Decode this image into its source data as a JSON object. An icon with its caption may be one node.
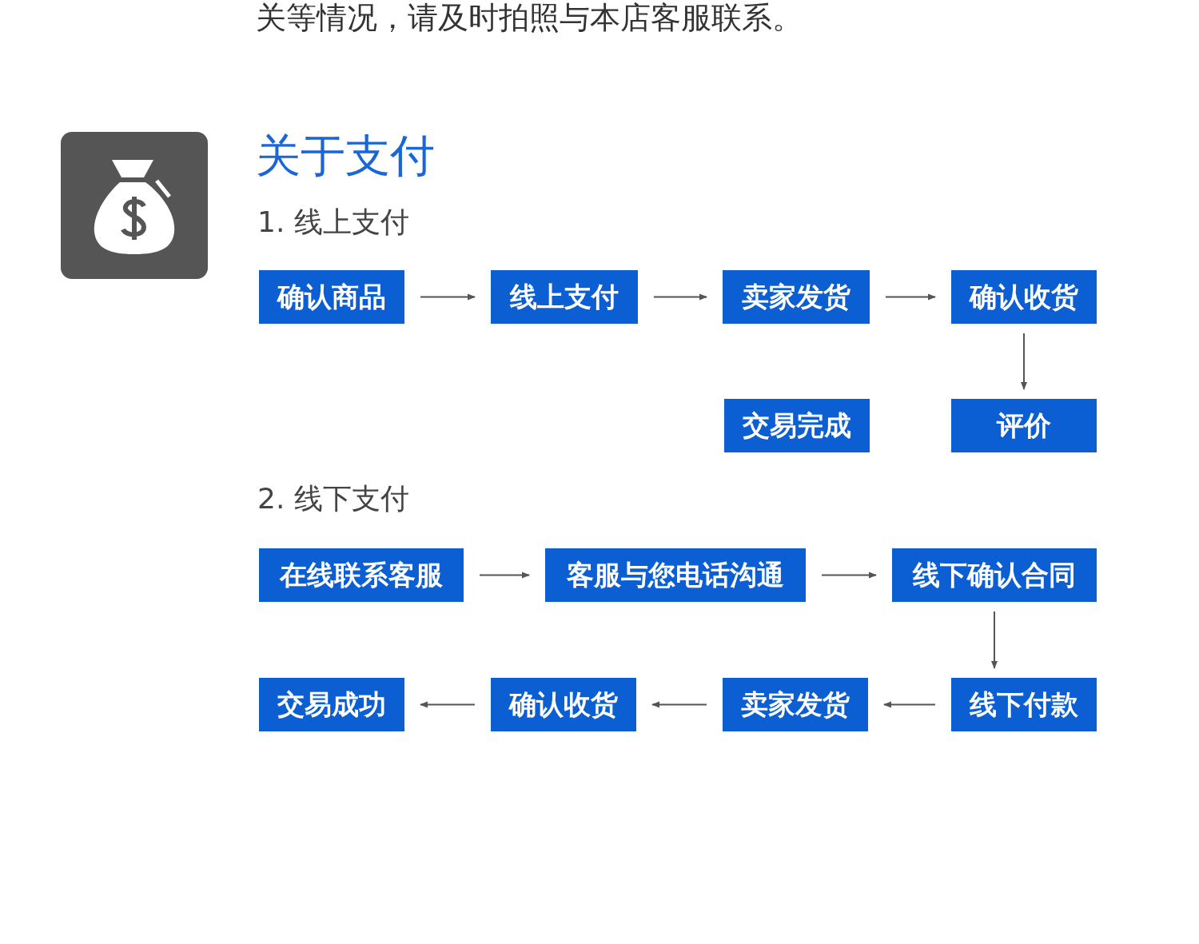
{
  "diagram": {
    "title": "关于支付",
    "nodes": [
      {
        "text": [
          "确认商品"
        ]
      },
      {
        "text": [
          "线上支付"
        ]
      },
      {
        "text": [
          "卖家发货"
        ]
      },
      {
        "text": [
          "确认收货"
        ]
      },
      {
        "text": [
          "交易完成"
        ]
      },
      {
        "text": [
          "评价"
        ]
      },
      {
        "text": [
          "在线联系客服"
        ]
      },
      {
        "text": [
          "客服与您电话沟通"
        ]
      },
      {
        "text": [
          "线下确认合同"
        ]
      },
      {
        "text": [
          "交易成功"
        ]
      },
      {
        "text": [
          "确认收货"
        ]
      },
      {
        "text": [
          "卖家发货"
        ]
      },
      {
        "text": [
          "线下付款"
        ]
      }
    ],
    "edges": [
      {
        "from": 0,
        "to": 1,
        "arrow": "to"
      },
      {
        "from": 1,
        "to": 2,
        "arrow": "to"
      },
      {
        "from": 2,
        "to": 3,
        "arrow": "to"
      },
      {
        "from": 3,
        "to": 5,
        "arrow": "to"
      },
      {
        "from": 6,
        "to": 7,
        "arrow": "to"
      },
      {
        "from": 7,
        "to": 8,
        "arrow": "to"
      },
      {
        "from": 8,
        "to": 12,
        "arrow": "to"
      },
      {
        "from": 12,
        "to": 11,
        "arrow": "to"
      },
      {
        "from": 11,
        "to": 10,
        "arrow": "to"
      },
      {
        "from": 10,
        "to": 9,
        "arrow": "to"
      }
    ],
    "labels": [
      "关等情况，请及时拍照与本店客服联系。",
      "1. 线上支付",
      "2. 线下支付"
    ]
  }
}
